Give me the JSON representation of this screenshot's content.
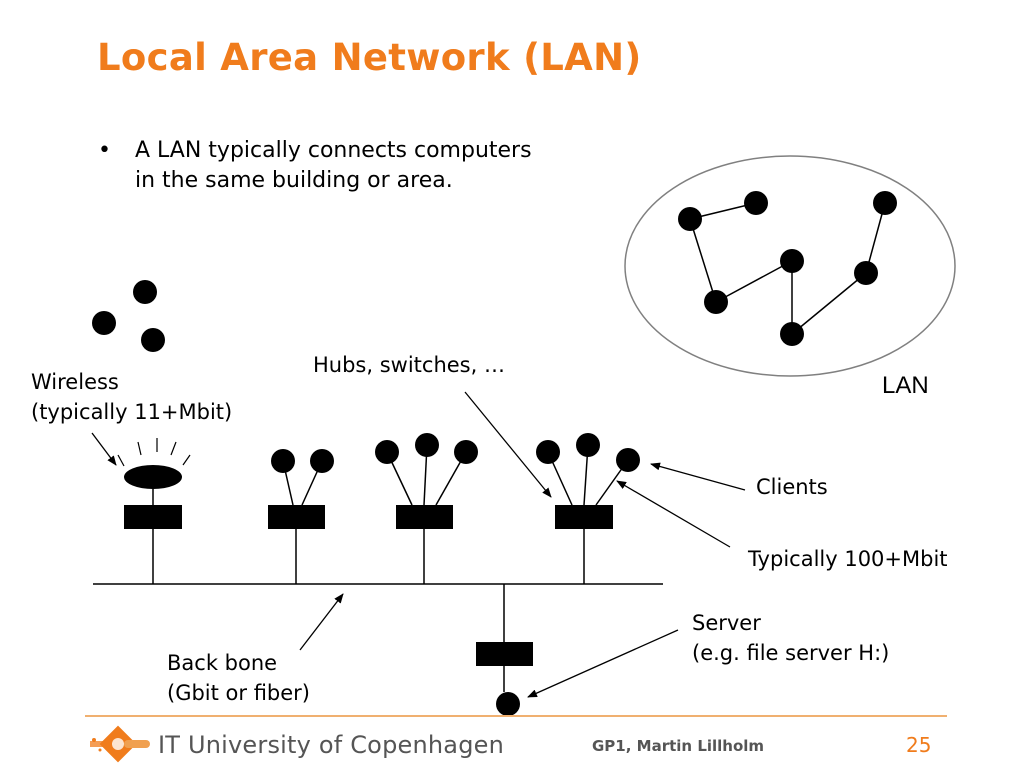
{
  "slide": {
    "title": "Local Area Network (LAN)",
    "bullet_marker": "•",
    "bullet": "A LAN typically connects computers\nin the same building or area."
  },
  "labels": {
    "lan": "LAN",
    "wireless": "Wireless\n(typically 11+Mbit)",
    "hubs": "Hubs, switches, …",
    "clients": "Clients",
    "typical_speed": "Typically 100+Mbit",
    "server": "Server\n(e.g. file server H:)",
    "backbone": "Back bone\n(Gbit or fiber)"
  },
  "footer": {
    "organization": "IT University of Copenhagen",
    "course": "GP1, Martin Lillholm",
    "page": "25"
  },
  "colors": {
    "accent": "#f07c1c",
    "node": "#000000",
    "ellipse_stroke": "#808080",
    "footer_text": "#555555"
  }
}
